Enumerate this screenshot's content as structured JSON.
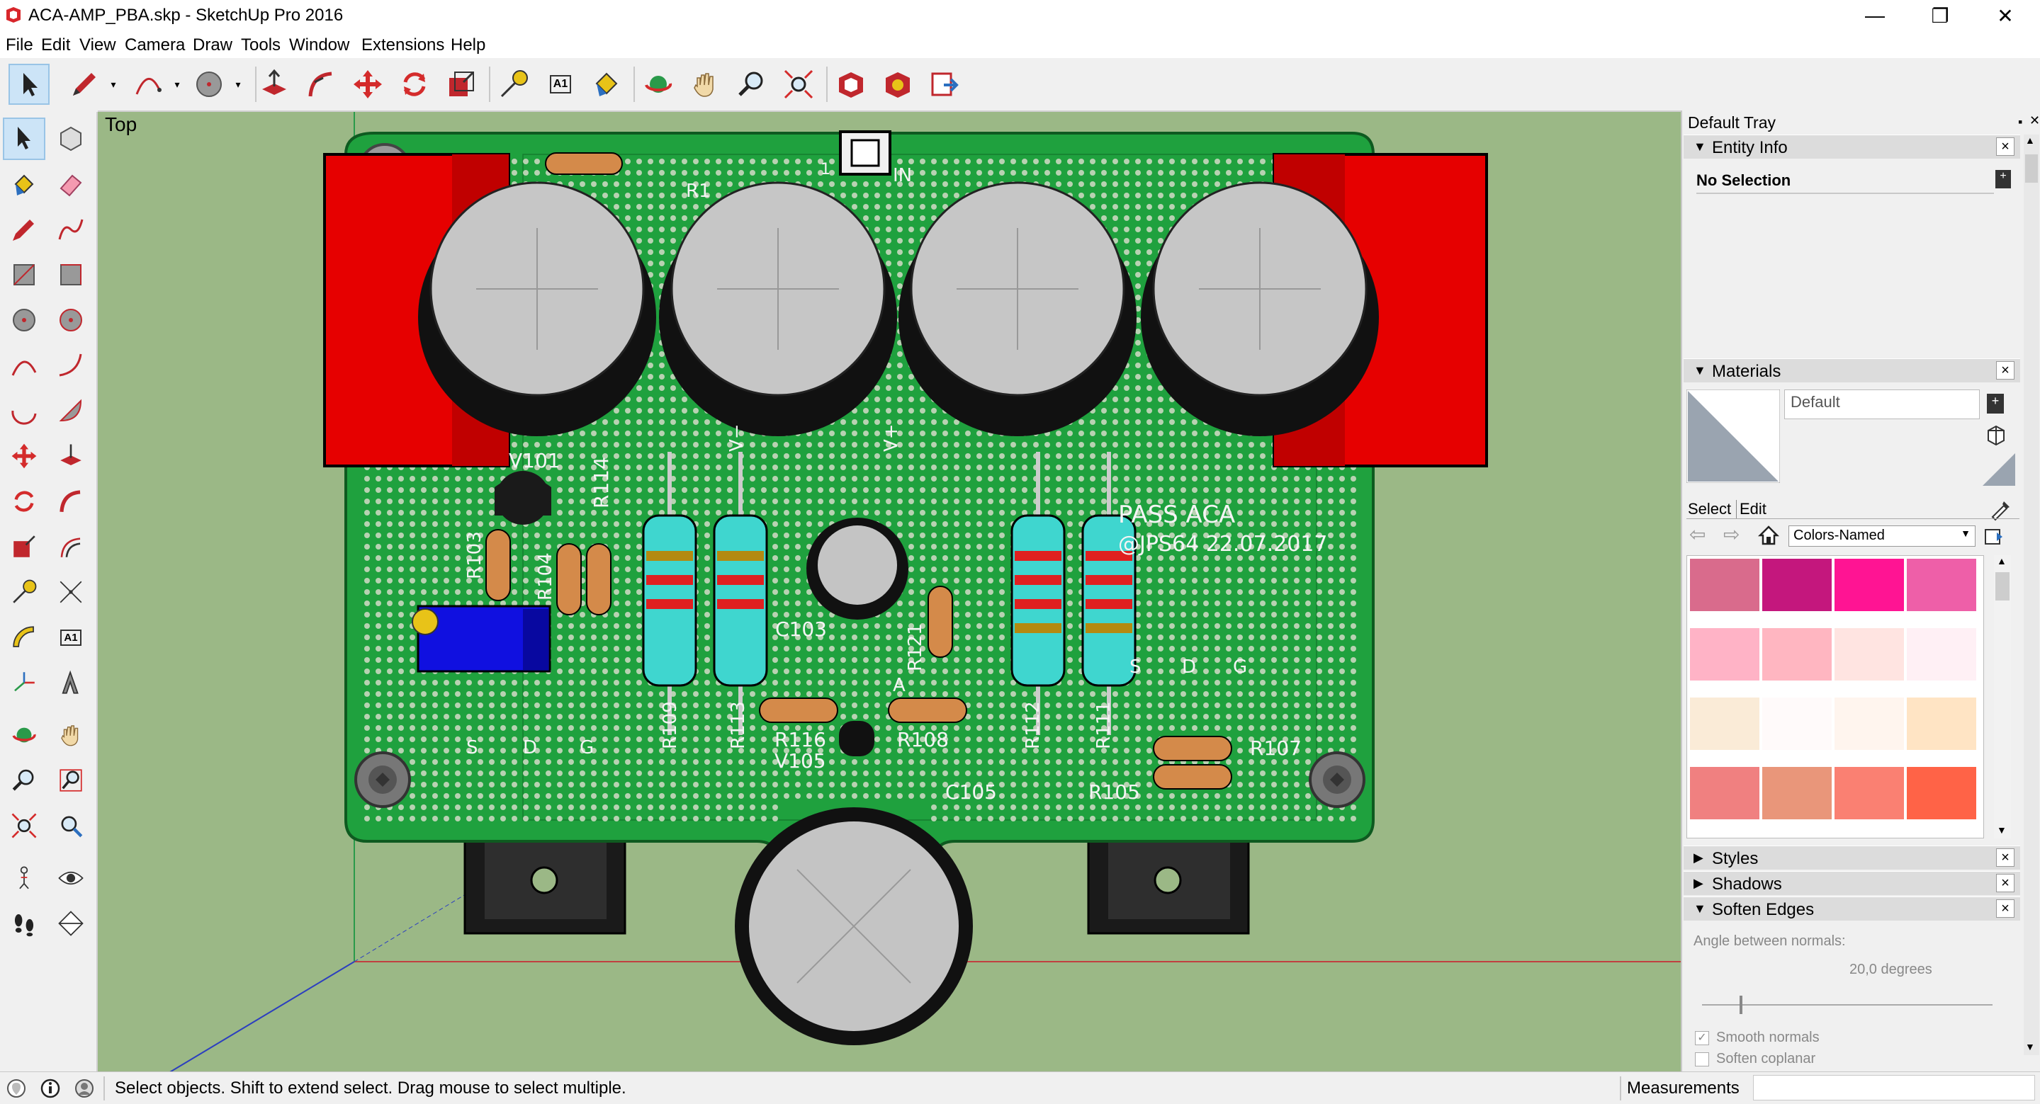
{
  "window": {
    "title": "ACA-AMP_PBA.skp - SketchUp Pro 2016",
    "minimize_glyph": "—",
    "maximize_glyph": "❐",
    "close_glyph": "✕"
  },
  "menu": [
    "File",
    "Edit",
    "View",
    "Camera",
    "Draw",
    "Tools",
    "Window",
    "Extensions",
    "Help"
  ],
  "toolbar": {
    "tools": [
      "select-tool",
      "line-tool",
      "arc-tool",
      "circle-tool",
      "push-pull-tool",
      "follow-me-tool",
      "move-tool",
      "rotate-tool",
      "scale-tool",
      "tape-measure-tool",
      "text-tool",
      "paint-bucket-tool",
      "orbit-tool",
      "pan-tool",
      "zoom-tool",
      "zoom-extents-tool",
      "3d-warehouse-tool",
      "extension-warehouse-tool",
      "send-to-layout-tool"
    ],
    "text_tool_glyph": "A1"
  },
  "viewport": {
    "scene_label": "Top",
    "background_color": "#9bb886",
    "pcb": {
      "board_color": "#1fa13e",
      "silkscreen": {
        "title": "PASS ACA",
        "credit": "@JPS64 22.07.2017",
        "labels": [
          "V101",
          "R114",
          "R103",
          "R104",
          "R109",
          "R113",
          "R116",
          "V105",
          "R108",
          "R121",
          "C103",
          "A",
          "R112",
          "R111",
          "S",
          "D",
          "G",
          "R107",
          "R105",
          "C105",
          "IN",
          "1",
          "V−",
          "V+",
          "R1",
          "S",
          "D",
          "G"
        ]
      }
    }
  },
  "tray": {
    "title": "Default Tray",
    "entity_info": {
      "header": "Entity Info",
      "selection": "No Selection"
    },
    "materials": {
      "header": "Materials",
      "material_name": "Default",
      "tab_select": "Select",
      "tab_edit": "Edit",
      "collection": "Colors-Named",
      "swatches": [
        "#d96b8c",
        "#c4177d",
        "#ff1493",
        "#ee5fa8",
        "#ffb3c6",
        "#ffb6c1",
        "#ffe4e1",
        "#fff0f5",
        "#faebd7",
        "#fffafa",
        "#fff5ee",
        "#ffe4c4",
        "#f08080",
        "#e9967a",
        "#fa8072",
        "#ff6347"
      ]
    },
    "styles_header": "Styles",
    "shadows_header": "Shadows",
    "soften_edges": {
      "header": "Soften Edges",
      "angle_label": "Angle between normals:",
      "angle_value": "20,0  degrees",
      "smooth_normals": "Smooth normals",
      "soften_coplanar": "Soften coplanar",
      "angle_fraction": 0.13
    }
  },
  "status": {
    "message": "Select objects. Shift to extend select. Drag mouse to select multiple.",
    "measurements_label": "Measurements",
    "measurements_value": ""
  }
}
